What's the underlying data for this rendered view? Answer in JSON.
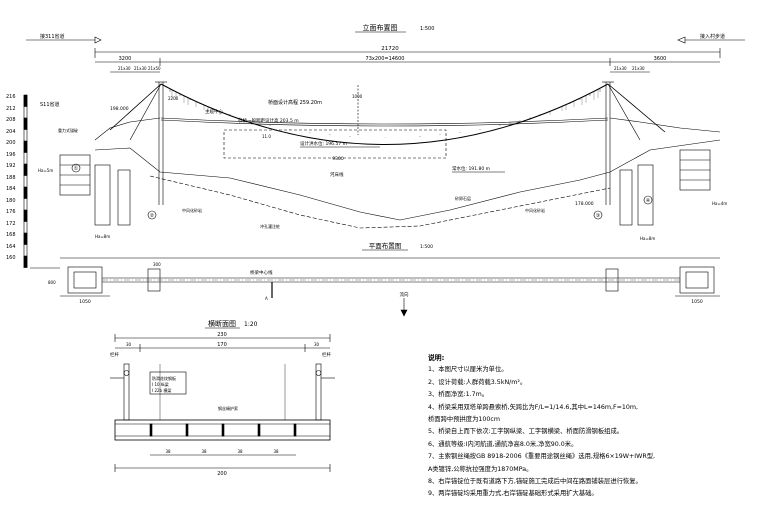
{
  "elevation": {
    "title": "立面布置图",
    "scale": "1:500",
    "total_length": "21720",
    "main_span": "73x200=14600",
    "left_side_span": "3200",
    "right_side_span": "3600",
    "left_sub_dims": [
      "21x30",
      "21x30",
      "21x50"
    ],
    "right_sub_dims": [
      "21x30",
      "21x30"
    ],
    "left_direction": "接311省道",
    "right_direction": "接入村步道",
    "cable_label": "主缆中心",
    "deck_design_elev": "桥面设计高程 259.20m",
    "anchor_elev": "引桥一般跨距设计高 203.5 m",
    "normal_water": "设计洪水位: 196.57 m",
    "low_water": "常水位: 191.80 m",
    "riverbed": "河床线",
    "river_width": "9300",
    "water_depth": "11.0",
    "sag": "1000",
    "tower_height": "2200",
    "left_tower_base": "198.000",
    "right_tower_base": "178.000",
    "rock_label_left": "中风化砂岩",
    "rock_label_right": "中风化砂岩",
    "soil_label": "砂卵石层",
    "left_road_label": "S11省道",
    "anchor_label": "重力式锚碇",
    "pile_label": "冲孔灌注桩",
    "pier_numbers": [
      "①",
      "②",
      "③",
      "④"
    ],
    "pile_marks": [
      "Ha=5m",
      "Ha=8m",
      "Ha=8m",
      "Ha=4m"
    ],
    "elevation_ticks": [
      "216",
      "212",
      "208",
      "204",
      "200",
      "196",
      "192",
      "188",
      "184",
      "180",
      "176",
      "172",
      "168",
      "164",
      "160"
    ]
  },
  "plan": {
    "title": "平面布置图",
    "scale": "1:500",
    "center_label": "桥梁中心线",
    "flow_label": "流向",
    "left_width": "1050",
    "right_width": "1050",
    "anchor_width": "800",
    "deck_width": "300",
    "section_mark": "A"
  },
  "section": {
    "title": "横断面图",
    "scale": "1:20",
    "overall_width": "230",
    "inner_width": "170",
    "bottom_width": "200",
    "side_dim": "30",
    "bottom_dims": [
      "38",
      "38",
      "38",
      "38"
    ],
    "left_label": "栏杆",
    "right_label": "栏杆",
    "deck_labels": [
      "防滑花纹钢板",
      "I 10 纵梁",
      "I 22b 横梁"
    ],
    "cable_label": "钢丝绳护索"
  },
  "notes": {
    "heading": "说明:",
    "items": [
      "1、本图尺寸以厘米为单位。",
      "2、设计荷载:人群荷载3.5kN/m²。",
      "3、桥面净宽:1.7m。",
      "4、桥梁采用双塔单跨悬索桥,矢跨比为F/L=1/14.6,其中L=146m,F=10m,",
      "   桥面跨中预拱度为100cm",
      "5、桥梁自上而下依次:工字钢纵梁、工字钢横梁、桥面防滑钢板组成。",
      "6、通航等级:Ⅰ内河航道,通航净高8.0米,净宽90.0米。",
      "7、主索钢丝绳按GB 8918-2006《重要用途钢丝绳》选用,规格6×19W+IWR型,",
      "   A类镀锌,公称抗拉强度为1870MPa。",
      "8、右岸锚锭位于既有道路下方,锚碇施工完成后中间在路面铺装层进行恢复。",
      "9、两岸锚碇均采用重力式,右岸锚碇基础形式采用扩大基础。"
    ]
  }
}
